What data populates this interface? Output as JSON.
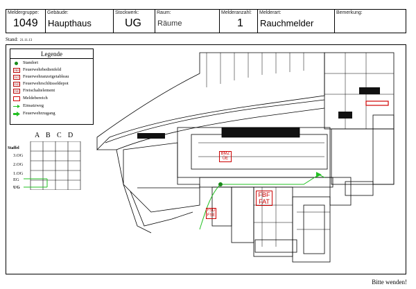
{
  "header": {
    "meldergruppe_label": "Meldergruppe:",
    "meldergruppe_value": "1049",
    "gebaeude_label": "Gebäude:",
    "gebaeude_value": "Haupthaus",
    "stockwerk_label": "Stockwerk:",
    "stockwerk_value": "UG",
    "raum_label": "Raum:",
    "raum_value": "Räume",
    "melderanzahl_label": "Melderanzahl:",
    "melderanzahl_value": "1",
    "melderart_label": "Melderart:",
    "melderart_value": "Rauchmelder",
    "bemerkung_label": "Bemerkung:",
    "bemerkung_value": ""
  },
  "stand": {
    "label": "Stand:",
    "date": "21.11.13"
  },
  "legend": {
    "title": "Legende",
    "items": [
      {
        "symbol": "standort-dot",
        "code": "",
        "text": "Standort"
      },
      {
        "symbol": "code-box",
        "code": "FBF",
        "text": "Feuerwehrbedienfeld"
      },
      {
        "symbol": "code-box",
        "code": "FAT",
        "text": "Feuerwehranzeigetableau"
      },
      {
        "symbol": "code-box",
        "code": "FSD",
        "text": "Feuerwehrschlüsseldepot"
      },
      {
        "symbol": "code-box",
        "code": "FSE",
        "text": "Freischaltelement"
      },
      {
        "symbol": "area-box",
        "code": "",
        "text": "Meldebereich"
      },
      {
        "symbol": "arrow-thin",
        "code": "",
        "text": "Einsatzweg"
      },
      {
        "symbol": "arrow-thick",
        "code": "",
        "text": "Feuerwehrzugang"
      }
    ],
    "colors": {
      "standort": "#1a8a1a",
      "meldebereich": "#d00000",
      "einsatzweg": "#22c022"
    }
  },
  "floors": {
    "columns": [
      "A",
      "B",
      "C",
      "D"
    ],
    "staffel_label": "Staffel",
    "levels": [
      "3.OG",
      "2.OG",
      "1.OG",
      "EG",
      "UG"
    ],
    "current": "UG"
  },
  "plan_tags": {
    "bmz": "BMZ",
    "ue": "ÜE",
    "fbf": "FBF",
    "fat": "FAT",
    "fsd": "FSD",
    "fse": "FSE"
  },
  "footer": {
    "note": "Bitte wenden!"
  }
}
